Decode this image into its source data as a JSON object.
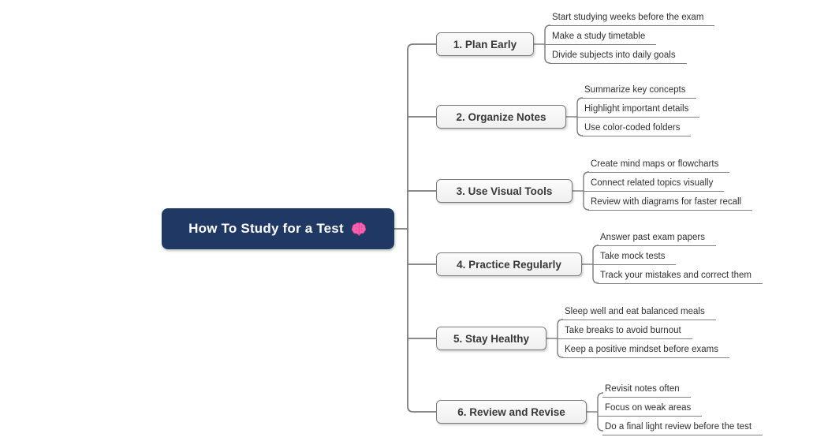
{
  "title": {
    "text": "How To Study for a Test",
    "icon": "brain-emoji"
  },
  "colors": {
    "hub_bg": "#1f3864",
    "hub_text": "#ffffff",
    "node_bg": "#f7f7f7",
    "node_border": "#7a7a7a",
    "node_text": "#383838",
    "line": "#7a7a7a",
    "subtopic_text": "#303030",
    "brain_pink": "#f464ae"
  },
  "branches": [
    {
      "label": "1. Plan Early",
      "items": [
        "Start studying weeks before the exam",
        "Make a study timetable",
        "Divide subjects into daily goals"
      ]
    },
    {
      "label": "2. Organize Notes",
      "items": [
        "Summarize key concepts",
        "Highlight important details",
        "Use color-coded folders"
      ]
    },
    {
      "label": "3. Use Visual Tools",
      "items": [
        "Create mind maps or flowcharts",
        "Connect related topics visually",
        "Review with diagrams for faster recall"
      ]
    },
    {
      "label": "4. Practice Regularly",
      "items": [
        "Answer past exam papers",
        "Take mock tests",
        "Track your mistakes and correct them"
      ]
    },
    {
      "label": "5. Stay Healthy",
      "items": [
        "Sleep well and eat balanced meals",
        "Take breaks to avoid burnout",
        "Keep a positive mindset before exams"
      ]
    },
    {
      "label": "6. Review and Revise",
      "items": [
        "Revisit notes often",
        "Focus on weak areas",
        "Do a final light review before the test"
      ]
    }
  ]
}
